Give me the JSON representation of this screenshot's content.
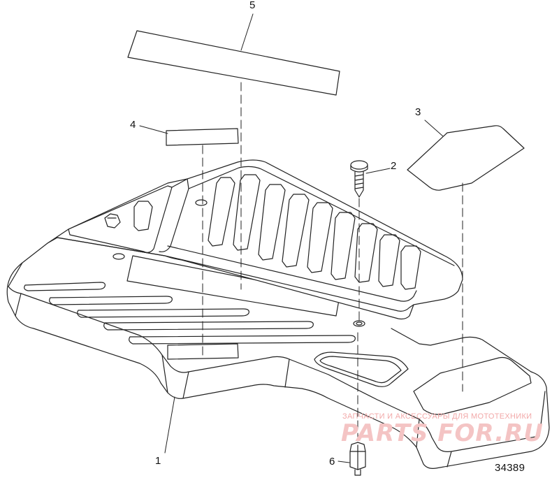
{
  "callouts": [
    {
      "id": "1",
      "label": "1"
    },
    {
      "id": "2",
      "label": "2"
    },
    {
      "id": "3",
      "label": "3"
    },
    {
      "id": "4",
      "label": "4"
    },
    {
      "id": "5",
      "label": "5"
    },
    {
      "id": "6",
      "label": "6"
    }
  ],
  "figure_number": "34389",
  "watermark": {
    "tagline": "ЗАПЧАСТИ И АКСЕССУАРЫ ДЛЯ МОТОТЕХНИКИ",
    "logo": "PARTS FOR.RU"
  },
  "colors": {
    "line": "#222222",
    "watermark": "#f2a9a9"
  }
}
